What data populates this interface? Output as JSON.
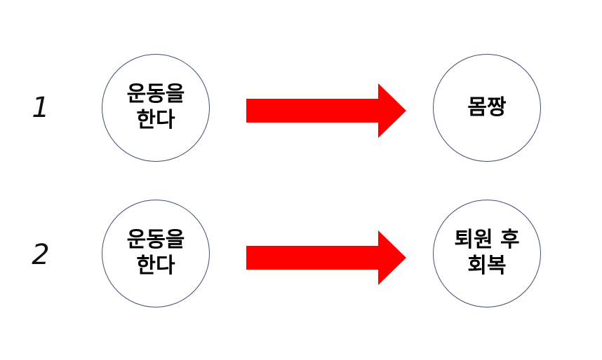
{
  "colors": {
    "arrow": "#ff0000",
    "circle_border": "#3f4f73",
    "text": "#000000"
  },
  "rows": [
    {
      "number": "1",
      "from": "운동을\n한다",
      "to": "몸짱"
    },
    {
      "number": "2",
      "from": "운동을\n한다",
      "to": "퇴원 후\n회복"
    }
  ]
}
